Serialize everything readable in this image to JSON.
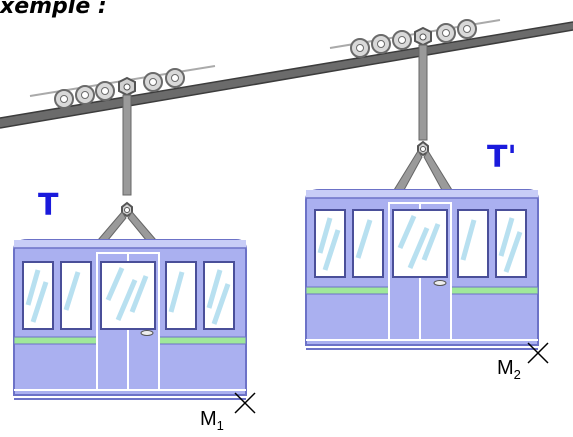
{
  "heading": "xemple :",
  "cabins": [
    {
      "label": "T",
      "point": "M",
      "point_index": "1"
    },
    {
      "label": "T'",
      "point": "M",
      "point_index": "2"
    }
  ],
  "colors": {
    "cabin_body": "#aab0f0",
    "cabin_roof": "#c8cdf7",
    "stripe": "#9fe89a",
    "cable": "#6b6b6b",
    "label": "#1a1adc"
  }
}
